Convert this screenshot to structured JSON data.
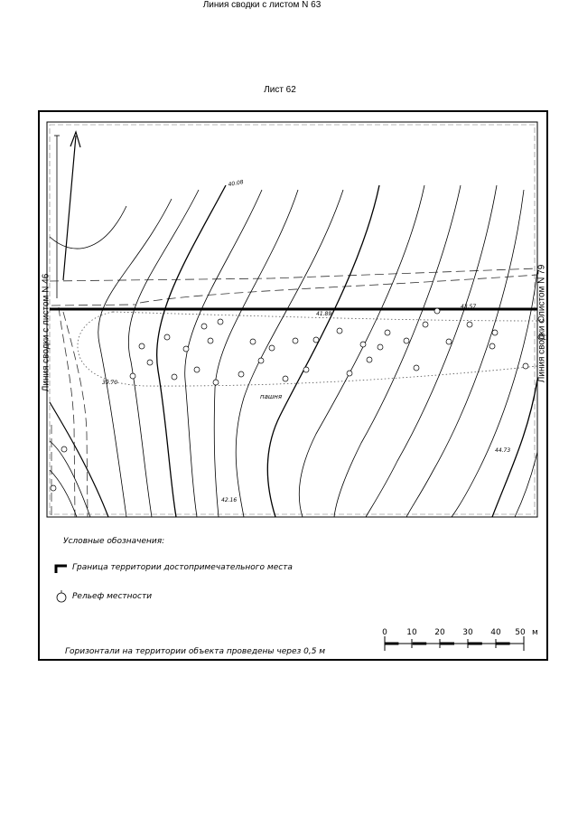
{
  "sheet": {
    "title": "Лист 62"
  },
  "map": {
    "edge_left": "Линия сводки с листом N 46",
    "edge_right": "Линия сводки с листом N 79",
    "edge_bottom": "Линия сводки с листом N 63",
    "area_label": "пашня",
    "elevations": [
      "40.08",
      "41.89",
      "43.57",
      "39.70",
      "42.16",
      "44.73"
    ]
  },
  "legend": {
    "title": "Условные обозначения:",
    "items": [
      {
        "symbol": "boundary-line-icon",
        "label": "Граница территории достопримечательного места"
      },
      {
        "symbol": "relief-icon",
        "label": "Рельеф местности"
      }
    ]
  },
  "scale": {
    "ticks": [
      "0",
      "10",
      "20",
      "30",
      "40",
      "50"
    ],
    "unit": "м"
  },
  "footnote": "Горизонтали на территории объекта проведены через 0,5 м"
}
